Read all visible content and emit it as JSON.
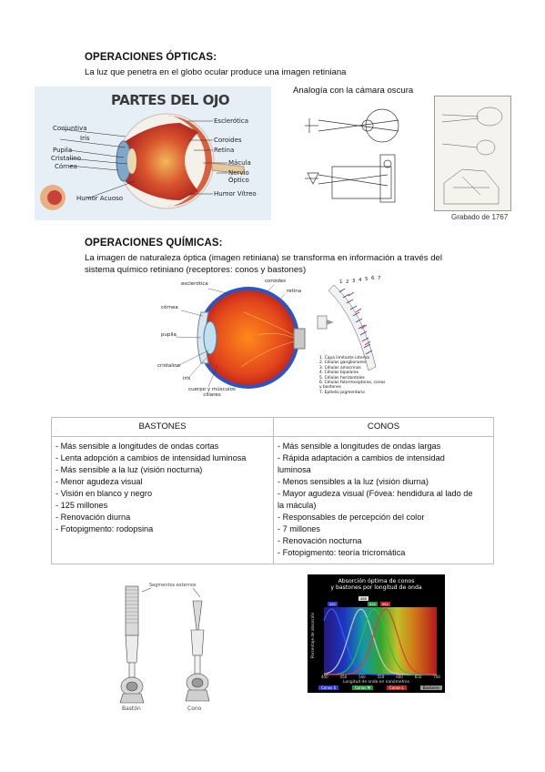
{
  "optical": {
    "title": "OPERACIONES ÓPTICAS:",
    "text": "La luz que penetra en el globo ocular produce una imagen retiniana"
  },
  "eye_parts_image": {
    "title": "PARTES DEL OJO",
    "labels_left": [
      "Conjuntiva",
      "Iris",
      "Pupila",
      "Cristalino",
      "Córnea",
      "Humor Acuoso"
    ],
    "labels_right": [
      "Esclerótica",
      "Coroides",
      "Retina",
      "Mácula",
      "Nervio Óptico",
      "Humor Vítreo"
    ]
  },
  "camera_analogy": {
    "caption": "Analogía con la cámara oscura",
    "engraving_caption": "Grabado de 1767"
  },
  "chemical": {
    "title": "OPERACIONES QUÍMICAS:",
    "text_line1": "La imagen de naturaleza óptica (imagen retiniana) se transforma en información a través del",
    "text_line2": "sistema químico retiniano (receptores: conos y bastones)"
  },
  "eye_diagram": {
    "labels": [
      "esclerótica",
      "coroides",
      "retina",
      "córnea",
      "pupila",
      "cristalino",
      "iris",
      "cuerpo y músculos ciliares"
    ],
    "numbers": [
      "1",
      "2",
      "3",
      "4",
      "5",
      "6",
      "7"
    ],
    "legend": [
      "1. Capa limitante interna",
      "2. Células ganglionares",
      "3. Células amacrinas",
      "4. Células bipolares",
      "5. Células horizontales",
      "6. Células fotorreceptoras, conos y bastones",
      "7. Epitelio pigmentario"
    ]
  },
  "table": {
    "headers": [
      "BASTONES",
      "CONOS"
    ],
    "bastones": [
      "- Más sensible a longitudes de ondas cortas",
      "- Lenta adopción a cambios de intensidad luminosa",
      "- Más sensible a la luz (visión nocturna)",
      "- Menor agudeza visual",
      "- Visión en blanco y negro",
      "- 125 millones",
      "- Renovación diurna",
      "- Fotopigmento: rodopsina"
    ],
    "conos": [
      "- Más sensible a longitudes de ondas largas",
      "- Rápida adaptación a cambios de intensidad",
      "luminosa",
      "- Menos sensibles a la luz (visión diurna)",
      "- Mayor agudeza visual (Fóvea: hendidura al lado de",
      "la mácula)",
      "- Responsables de percepción del color",
      "- 7 millones",
      "- Renovación nocturna",
      "- Fotopigmento: teoría tricromática"
    ]
  },
  "rod_cone_image": {
    "top_label": "Segmentos externos",
    "left_label": "Bastón",
    "right_label": "Cono"
  },
  "absorption_chart": {
    "title_line1": "Absorción óptima de conos",
    "title_line2": "y bastones por longitud de onda",
    "ylabel": "Porcentaje de absorción",
    "xlabel": "Longitud de onda en nanómetros",
    "x_ticks": [
      "400",
      "450",
      "500",
      "550",
      "600",
      "650",
      "700"
    ],
    "peak_labels": [
      "420",
      "498",
      "534",
      "564"
    ],
    "legend": [
      "Conos S",
      "Conos M",
      "Conos L",
      "Bastones"
    ],
    "colors": {
      "s": "#3b5bff",
      "rod": "#c8c8c8",
      "m": "#22c44a",
      "l": "#e23a3a"
    }
  }
}
